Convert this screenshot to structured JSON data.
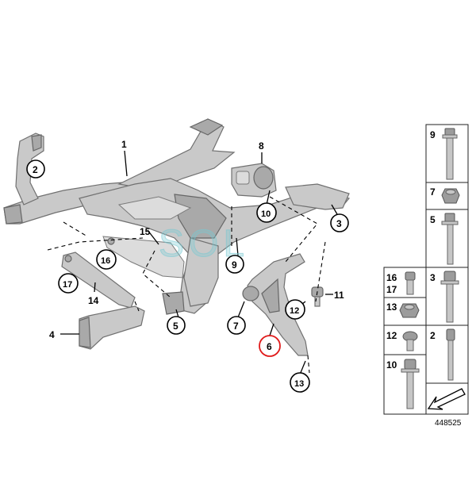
{
  "diagram_id": "448525",
  "watermark": "SOL",
  "callouts": {
    "c1": "1",
    "c2": "2",
    "c3": "3",
    "c4": "4",
    "c5": "5",
    "c6": "6",
    "c7": "7",
    "c8": "8",
    "c9": "9",
    "c10": "10",
    "c11": "11",
    "c12": "12",
    "c13": "13",
    "c14": "14",
    "c15": "15",
    "c16": "16",
    "c17": "17"
  },
  "legend": {
    "left": [
      {
        "labels": [
          "16",
          "17"
        ]
      },
      {
        "labels": [
          "13"
        ]
      },
      {
        "labels": [
          "12"
        ]
      },
      {
        "labels": [
          "10"
        ]
      }
    ],
    "right": [
      {
        "labels": [
          "9"
        ]
      },
      {
        "labels": [
          "7"
        ]
      },
      {
        "labels": [
          "5"
        ]
      },
      {
        "labels": [
          "3"
        ]
      },
      {
        "labels": [
          "2"
        ]
      }
    ]
  },
  "highlight_color": "#e01a1a"
}
